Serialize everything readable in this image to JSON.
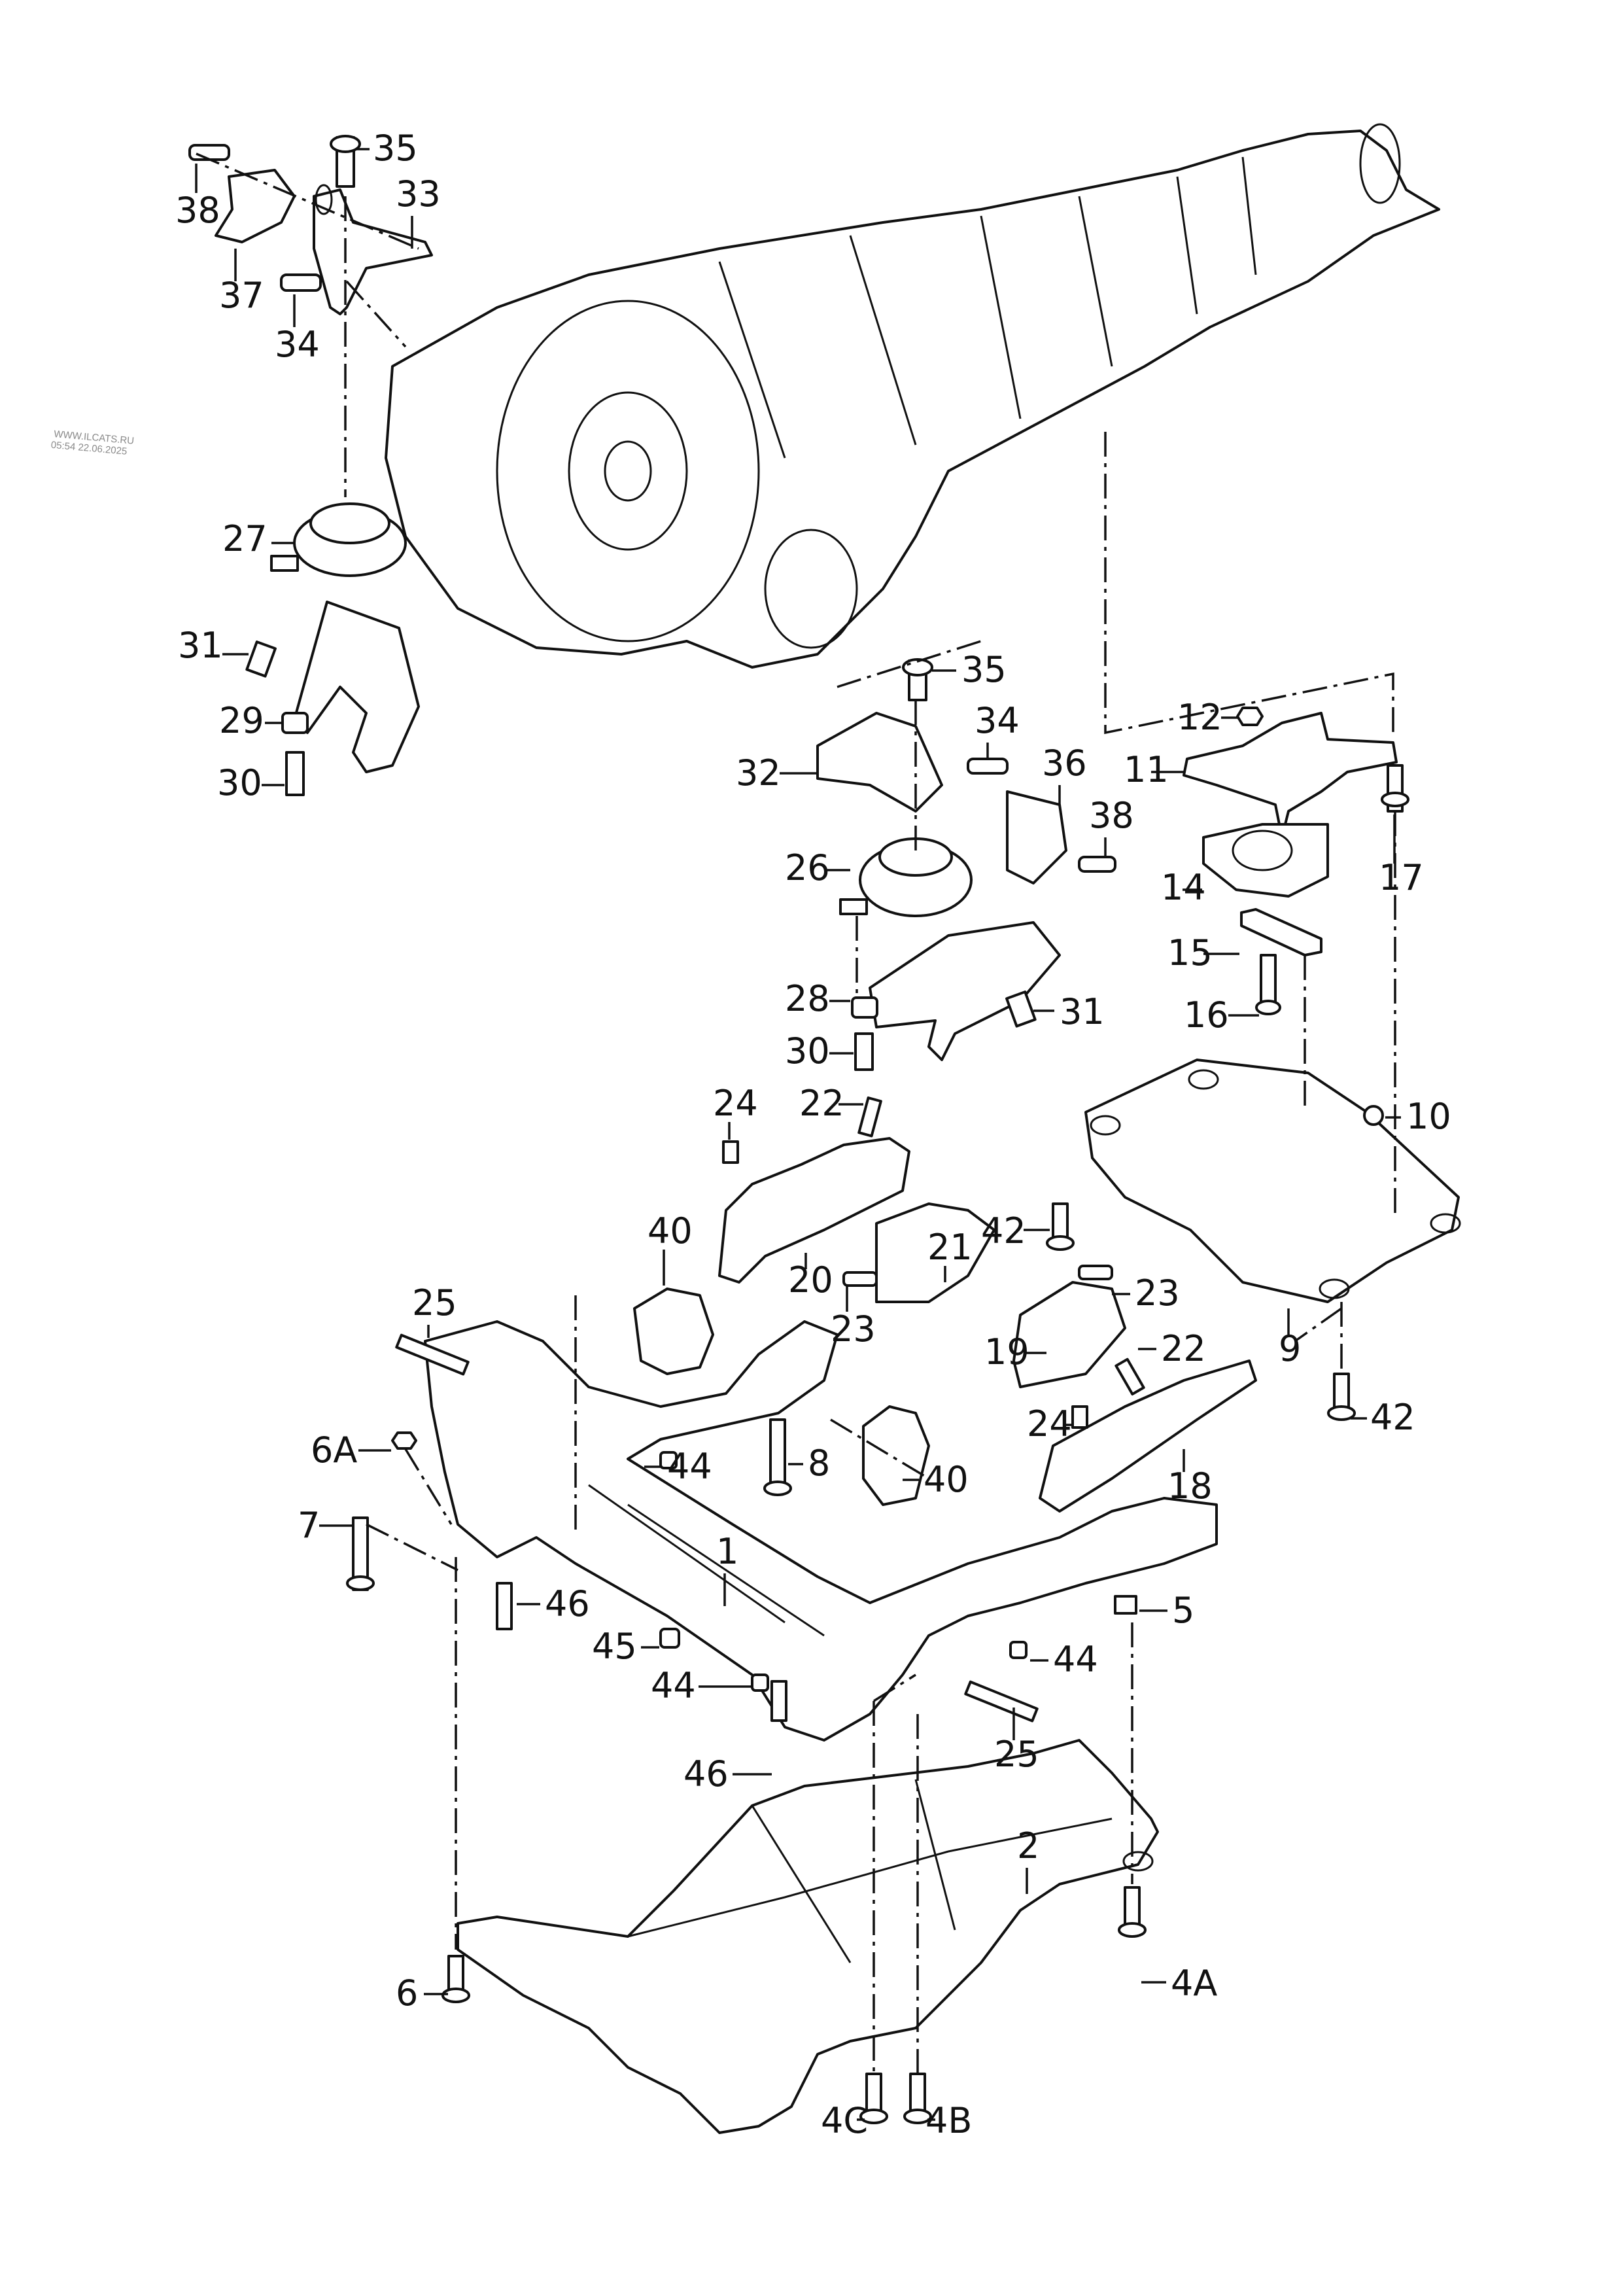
{
  "watermark": {
    "site": "WWW.ILCATS.RU",
    "timestamp": "05:54 22.06.2025"
  },
  "diagram": {
    "subject": "Transmission mounting, subframe/crossmember and underbody protection assembly",
    "callouts": [
      {
        "id": "c35a",
        "label": "35"
      },
      {
        "id": "c38a",
        "label": "38"
      },
      {
        "id": "c33",
        "label": "33"
      },
      {
        "id": "c37",
        "label": "37"
      },
      {
        "id": "c34a",
        "label": "34"
      },
      {
        "id": "c27",
        "label": "27"
      },
      {
        "id": "c31a",
        "label": "31"
      },
      {
        "id": "c29",
        "label": "29"
      },
      {
        "id": "c30a",
        "label": "30"
      },
      {
        "id": "c35b",
        "label": "35"
      },
      {
        "id": "c34b",
        "label": "34"
      },
      {
        "id": "c32",
        "label": "32"
      },
      {
        "id": "c36",
        "label": "36"
      },
      {
        "id": "c38b",
        "label": "38"
      },
      {
        "id": "c26",
        "label": "26"
      },
      {
        "id": "c28",
        "label": "28"
      },
      {
        "id": "c31b",
        "label": "31"
      },
      {
        "id": "c30b",
        "label": "30"
      },
      {
        "id": "c12",
        "label": "12"
      },
      {
        "id": "c11",
        "label": "11"
      },
      {
        "id": "c17",
        "label": "17"
      },
      {
        "id": "c14",
        "label": "14"
      },
      {
        "id": "c15",
        "label": "15"
      },
      {
        "id": "c16",
        "label": "16"
      },
      {
        "id": "c10",
        "label": "10"
      },
      {
        "id": "c42a",
        "label": "42"
      },
      {
        "id": "c9",
        "label": "9"
      },
      {
        "id": "c42b",
        "label": "42"
      },
      {
        "id": "c24a",
        "label": "24"
      },
      {
        "id": "c22a",
        "label": "22"
      },
      {
        "id": "c21",
        "label": "21"
      },
      {
        "id": "c20",
        "label": "20"
      },
      {
        "id": "c23a",
        "label": "23"
      },
      {
        "id": "c40a",
        "label": "40"
      },
      {
        "id": "c23b",
        "label": "23"
      },
      {
        "id": "c19",
        "label": "19"
      },
      {
        "id": "c22b",
        "label": "22"
      },
      {
        "id": "c24b",
        "label": "24"
      },
      {
        "id": "c18",
        "label": "18"
      },
      {
        "id": "c25a",
        "label": "25"
      },
      {
        "id": "c6A",
        "label": "6A"
      },
      {
        "id": "c7",
        "label": "7"
      },
      {
        "id": "c44a",
        "label": "44"
      },
      {
        "id": "c8",
        "label": "8"
      },
      {
        "id": "c40b",
        "label": "40"
      },
      {
        "id": "c1",
        "label": "1"
      },
      {
        "id": "c46a",
        "label": "46"
      },
      {
        "id": "c45",
        "label": "45"
      },
      {
        "id": "c44b",
        "label": "44"
      },
      {
        "id": "c5",
        "label": "5"
      },
      {
        "id": "c44c",
        "label": "44"
      },
      {
        "id": "c25b",
        "label": "25"
      },
      {
        "id": "c46b",
        "label": "46"
      },
      {
        "id": "c2",
        "label": "2"
      },
      {
        "id": "c6",
        "label": "6"
      },
      {
        "id": "c4A",
        "label": "4A"
      },
      {
        "id": "c4C",
        "label": "4C"
      },
      {
        "id": "c4B",
        "label": "4B"
      }
    ]
  }
}
